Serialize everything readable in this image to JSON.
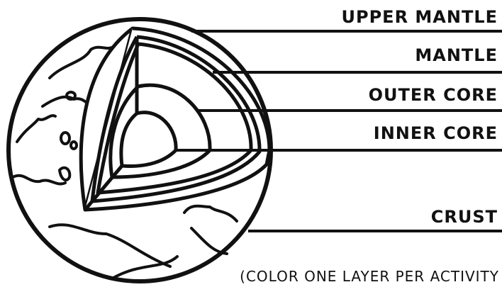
{
  "labels": {
    "upper_mantle": "UPPER MANTLE",
    "mantle": "MANTLE",
    "outer_core": "OUTER CORE",
    "inner_core": "INNER CORE",
    "crust": "CRUST"
  },
  "note": "(COLOR ONE LAYER PER ACTIVITY",
  "colors": {
    "line": "#111111",
    "background": "#ffffff"
  }
}
